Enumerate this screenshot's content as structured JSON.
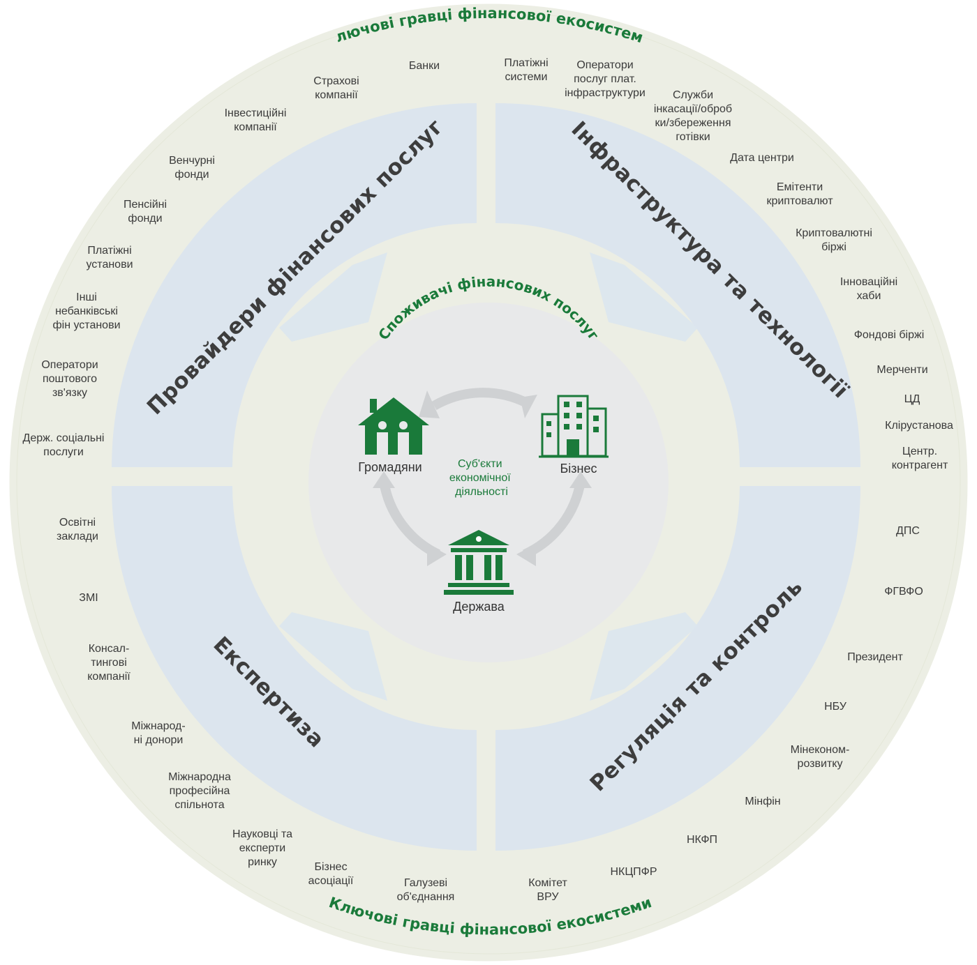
{
  "outer_ring": {
    "title_top": "Ключові гравці фінансової екосистеми",
    "title_bottom": "Ключові гравці фінансової екосистеми"
  },
  "quadrants": {
    "providers": "Провайдери фінансових послуг",
    "infrastructure": "Інфраструктура  та технології",
    "expertise": "Експертиза",
    "regulation": "Регуляція та контроль"
  },
  "center": {
    "title": "Споживачі фінансових послуг",
    "subtitle_lines": [
      "Суб'єкти",
      "економічної",
      "діяльності"
    ],
    "citizens": "Громадяни",
    "business": "Бізнес",
    "state": "Держава"
  },
  "players": {
    "left_top": [
      {
        "id": "banks",
        "lines": [
          "Банки"
        ]
      },
      {
        "id": "insurance",
        "lines": [
          "Страхові",
          "компанії"
        ]
      },
      {
        "id": "investment",
        "lines": [
          "Інвестиційні",
          "компанії"
        ]
      },
      {
        "id": "venture",
        "lines": [
          "Венчурні",
          "фонди"
        ]
      },
      {
        "id": "pension",
        "lines": [
          "Пенсійні",
          "фонди"
        ]
      },
      {
        "id": "payment-inst",
        "lines": [
          "Платіжні",
          "установи"
        ]
      },
      {
        "id": "other-nonbank",
        "lines": [
          "Інші",
          "небанківські",
          "фін установи"
        ]
      },
      {
        "id": "postal",
        "lines": [
          "Оператори",
          "поштового",
          "зв'язку"
        ]
      },
      {
        "id": "social",
        "lines": [
          "Держ. соціальні",
          "послуги"
        ]
      }
    ],
    "right_top": [
      {
        "id": "payment-systems",
        "lines": [
          "Платіжні",
          "системи"
        ]
      },
      {
        "id": "payment-infra",
        "lines": [
          "Оператори",
          "послуг плат.",
          "інфраструктури"
        ]
      },
      {
        "id": "cash-services",
        "lines": [
          "Служби",
          "інкасації/оброб",
          "ки/збереження",
          "готівки"
        ]
      },
      {
        "id": "data-centers",
        "lines": [
          "Дата центри"
        ]
      },
      {
        "id": "crypto-issuers",
        "lines": [
          "Емітенти",
          "криптовалют"
        ]
      },
      {
        "id": "crypto-exchanges",
        "lines": [
          "Криптовалютні",
          "біржі"
        ]
      },
      {
        "id": "hubs",
        "lines": [
          "Інноваційні",
          "хаби"
        ]
      },
      {
        "id": "stock-exchanges",
        "lines": [
          "Фондові біржі"
        ]
      },
      {
        "id": "merchants",
        "lines": [
          "Мерченти"
        ]
      },
      {
        "id": "cd",
        "lines": [
          "ЦД"
        ]
      },
      {
        "id": "clearing",
        "lines": [
          "Клірустанова"
        ]
      },
      {
        "id": "ccp",
        "lines": [
          "Центр.",
          "контрагент"
        ]
      }
    ],
    "left_bottom": [
      {
        "id": "education",
        "lines": [
          "Освітні",
          "заклади"
        ]
      },
      {
        "id": "media",
        "lines": [
          "ЗМІ"
        ]
      },
      {
        "id": "consulting",
        "lines": [
          "Консал-",
          "тингові",
          "компанії"
        ]
      },
      {
        "id": "donors",
        "lines": [
          "Міжнарод-",
          "ні донори"
        ]
      },
      {
        "id": "intl-community",
        "lines": [
          "Міжнародна",
          "професійна",
          "спільнота"
        ]
      },
      {
        "id": "scientists",
        "lines": [
          "Науковці та",
          "експерти",
          "ринку"
        ]
      },
      {
        "id": "business-assoc",
        "lines": [
          "Бізнес",
          "асоціації"
        ]
      },
      {
        "id": "industry-assoc",
        "lines": [
          "Галузеві",
          "об'єднання"
        ]
      }
    ],
    "right_bottom": [
      {
        "id": "committee",
        "lines": [
          "Комітет",
          "ВРУ"
        ]
      },
      {
        "id": "nkcpfr",
        "lines": [
          "НКЦПФР"
        ]
      },
      {
        "id": "nkfp",
        "lines": [
          "НКФП"
        ]
      },
      {
        "id": "minfin",
        "lines": [
          "Мінфін"
        ]
      },
      {
        "id": "mineconom",
        "lines": [
          "Мінеконом-",
          "розвитку"
        ]
      },
      {
        "id": "nbu",
        "lines": [
          "НБУ"
        ]
      },
      {
        "id": "president",
        "lines": [
          "Президент"
        ]
      },
      {
        "id": "fgvfo",
        "lines": [
          "ФГВФО"
        ]
      },
      {
        "id": "dps",
        "lines": [
          "ДПС"
        ]
      }
    ]
  },
  "colors": {
    "outer_ring": "#eceee4",
    "quadrant_band": "#dce5ee",
    "inner_circle": "#e8e9ea",
    "accent_green": "#1a7a3a",
    "cycle_arrows": "#cfd1d3"
  }
}
